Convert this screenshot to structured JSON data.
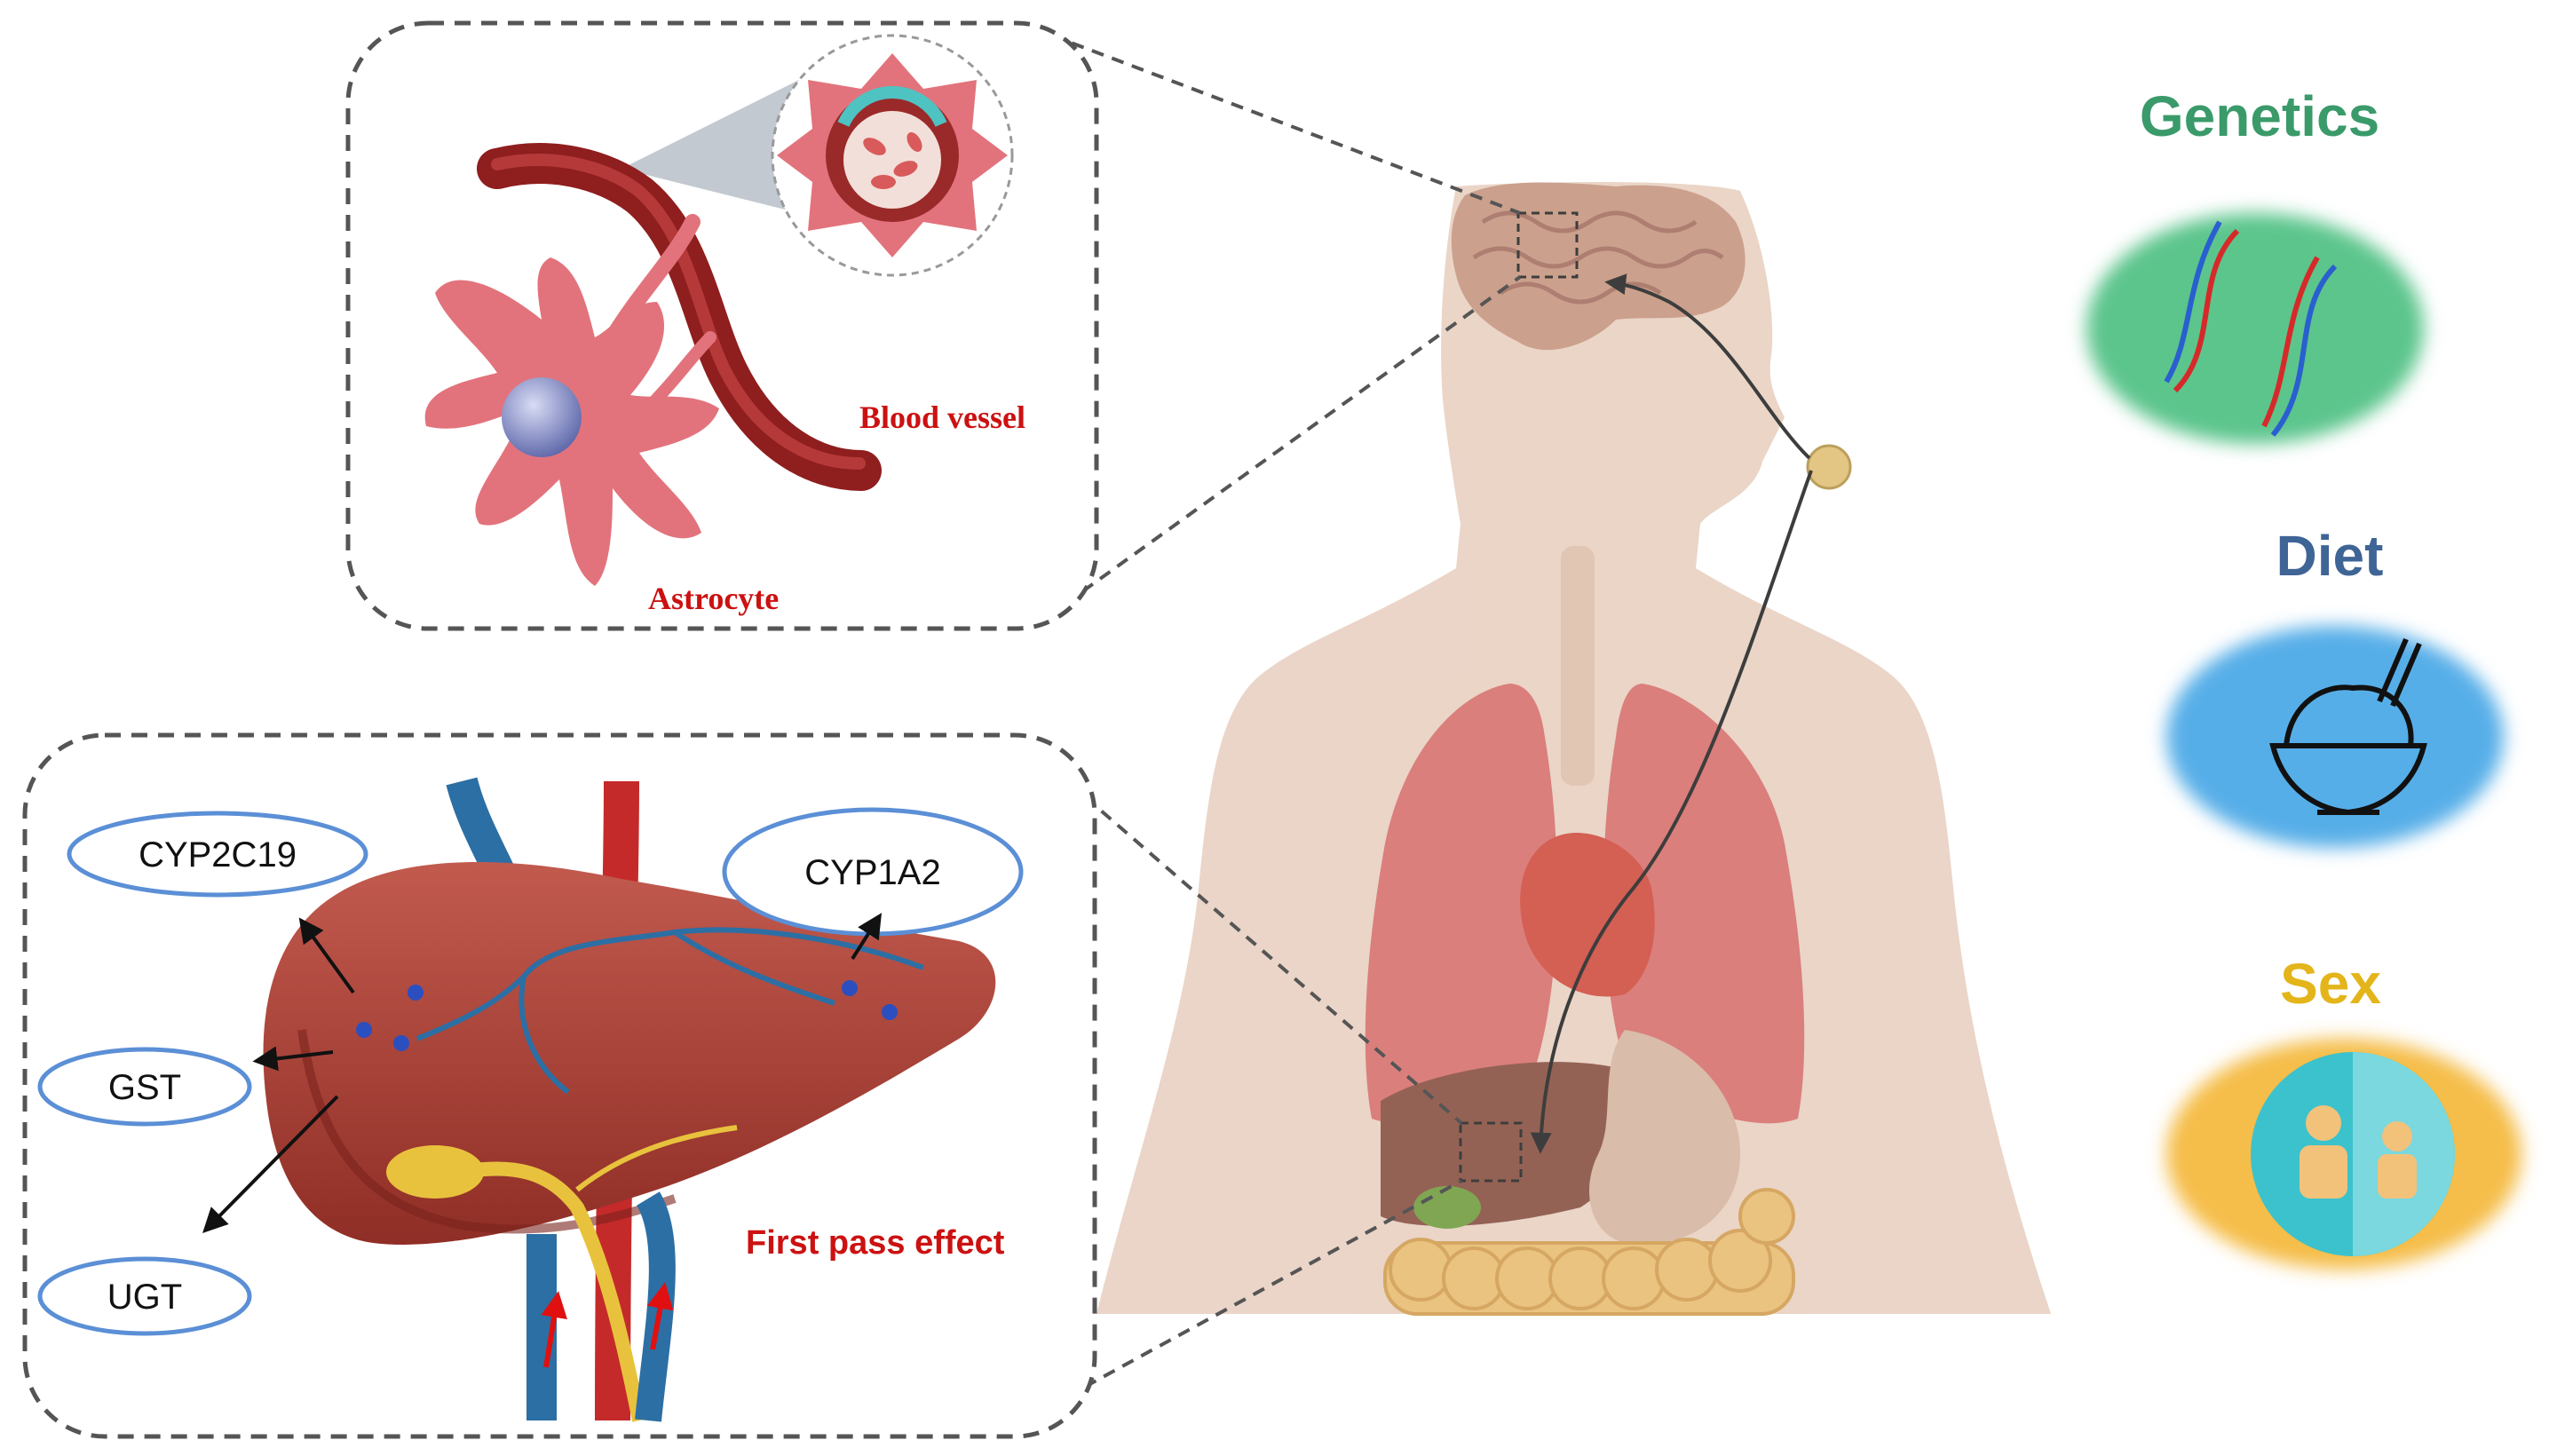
{
  "brain_inset": {
    "label_vessel": "Blood vessel",
    "label_astrocyte": "Astrocyte"
  },
  "liver_inset": {
    "enzymes": [
      "CYP2C19",
      "CYP1A2",
      "GST",
      "UGT"
    ],
    "caption": "First pass effect"
  },
  "factors": {
    "genetics": "Genetics",
    "diet": "Diet",
    "sex": "Sex"
  },
  "colors": {
    "genetics": "#3a9a6a",
    "diet": "#3f6496",
    "sex": "#e3b51b",
    "red_label": "#cc1111",
    "enzyme_outline": "#5b8fd6"
  }
}
